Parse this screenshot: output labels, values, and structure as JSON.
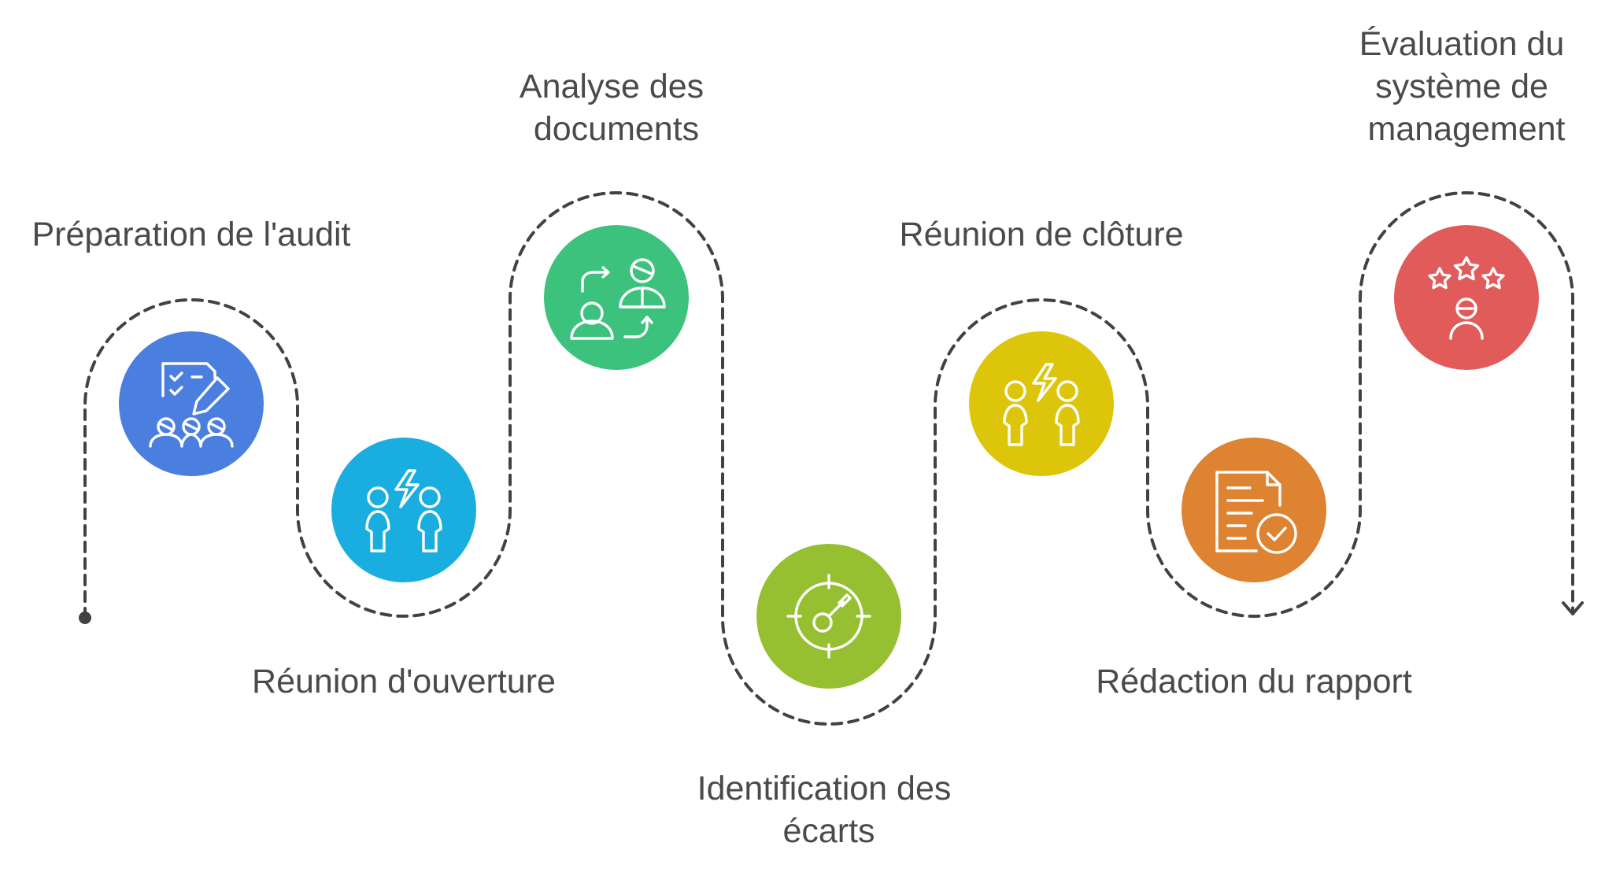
{
  "steps": [
    {
      "id": "preparation",
      "label_lines": [
        "Préparation de l'audit"
      ],
      "color": "#4a7fe0",
      "icon": "checklist-team-icon"
    },
    {
      "id": "reunion-ouverture",
      "label_lines": [
        "Réunion d'ouverture"
      ],
      "color": "#1aaee0",
      "icon": "two-people-spark-icon"
    },
    {
      "id": "analyse",
      "label_lines": [
        "Analyse des",
        "documents"
      ],
      "color": "#3dc27e",
      "icon": "people-exchange-icon"
    },
    {
      "id": "ecarts",
      "label_lines": [
        "Identification des",
        "écarts"
      ],
      "color": "#96bf32",
      "icon": "target-gauge-icon"
    },
    {
      "id": "reunion-cloture",
      "label_lines": [
        "Réunion de clôture"
      ],
      "color": "#ddc50c",
      "icon": "two-people-spark-icon"
    },
    {
      "id": "redaction",
      "label_lines": [
        "Rédaction du rapport"
      ],
      "color": "#dd8331",
      "icon": "document-check-icon"
    },
    {
      "id": "evaluation",
      "label_lines": [
        "Évaluation du",
        "système de",
        "management"
      ],
      "color": "#e25b5b",
      "icon": "rating-stars-person-icon"
    }
  ]
}
